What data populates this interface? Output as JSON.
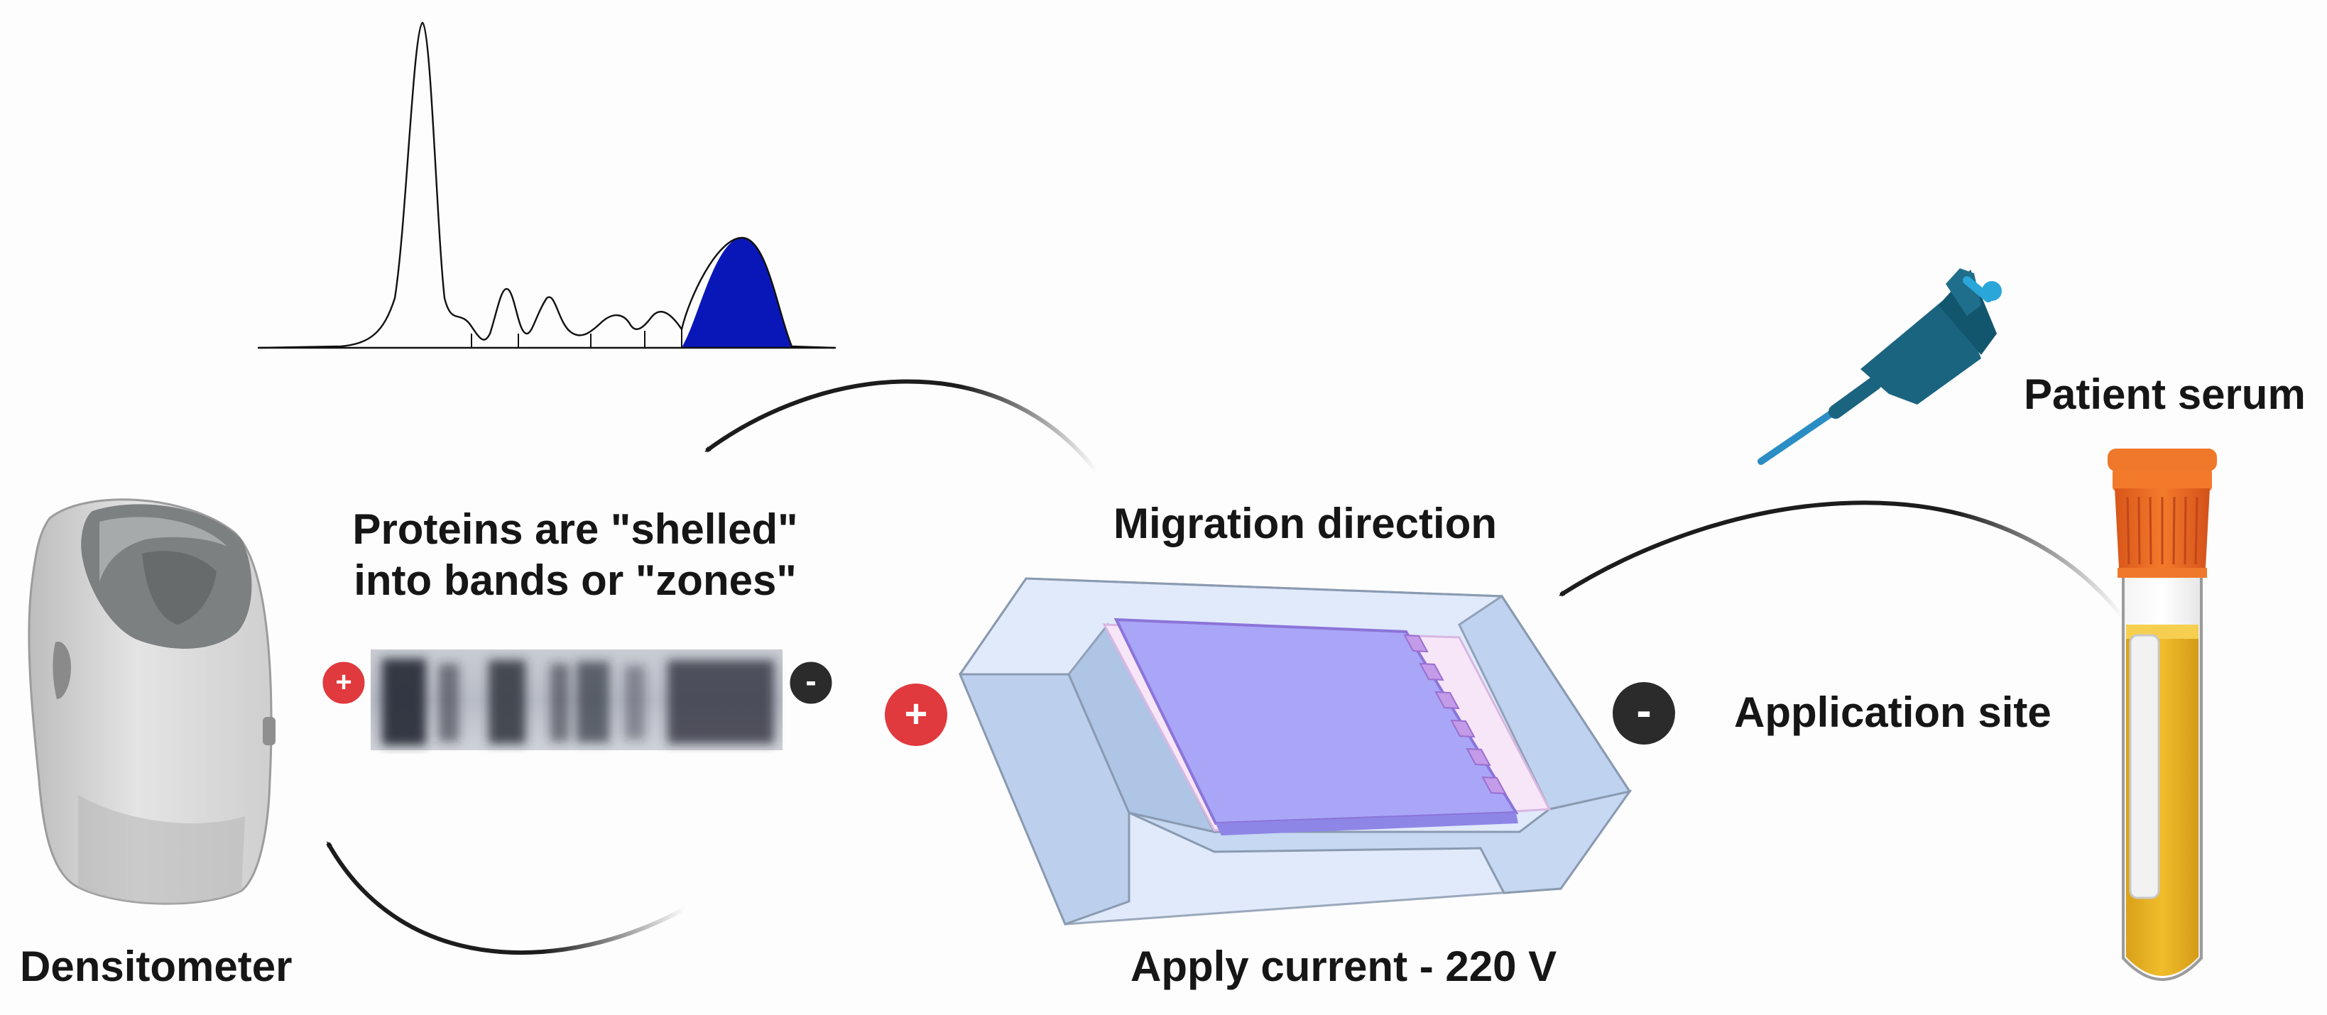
{
  "labels": {
    "patient_serum": "Patient serum",
    "migration_direction": "Migration direction",
    "application_site": "Application site",
    "apply_current": "Apply current - 220 V",
    "densitometer": "Densitometer",
    "proteins_line1": "Proteins are \"shelled\"",
    "proteins_line2": "into bands or \"zones\""
  },
  "electrodes": {
    "positive_symbol": "+",
    "negative_symbol": "-",
    "positive_color": "#e0393e",
    "negative_color": "#2b2b2b"
  },
  "icons": {
    "pipette": "pipette-icon",
    "blood_tube": "blood-tube-icon",
    "gel_chamber": "electrophoresis-chamber-icon",
    "densitometer": "densitometer-icon",
    "gel_strip": "protein-band-strip",
    "densitogram": "densitogram-trace"
  },
  "colors": {
    "tube_cap": "#f26b1d",
    "serum": "#e8b423",
    "pipette": "#1b6480",
    "gel": "#a9a6f7",
    "highlight_peak": "#0a17b8",
    "arrows": "#222222"
  }
}
